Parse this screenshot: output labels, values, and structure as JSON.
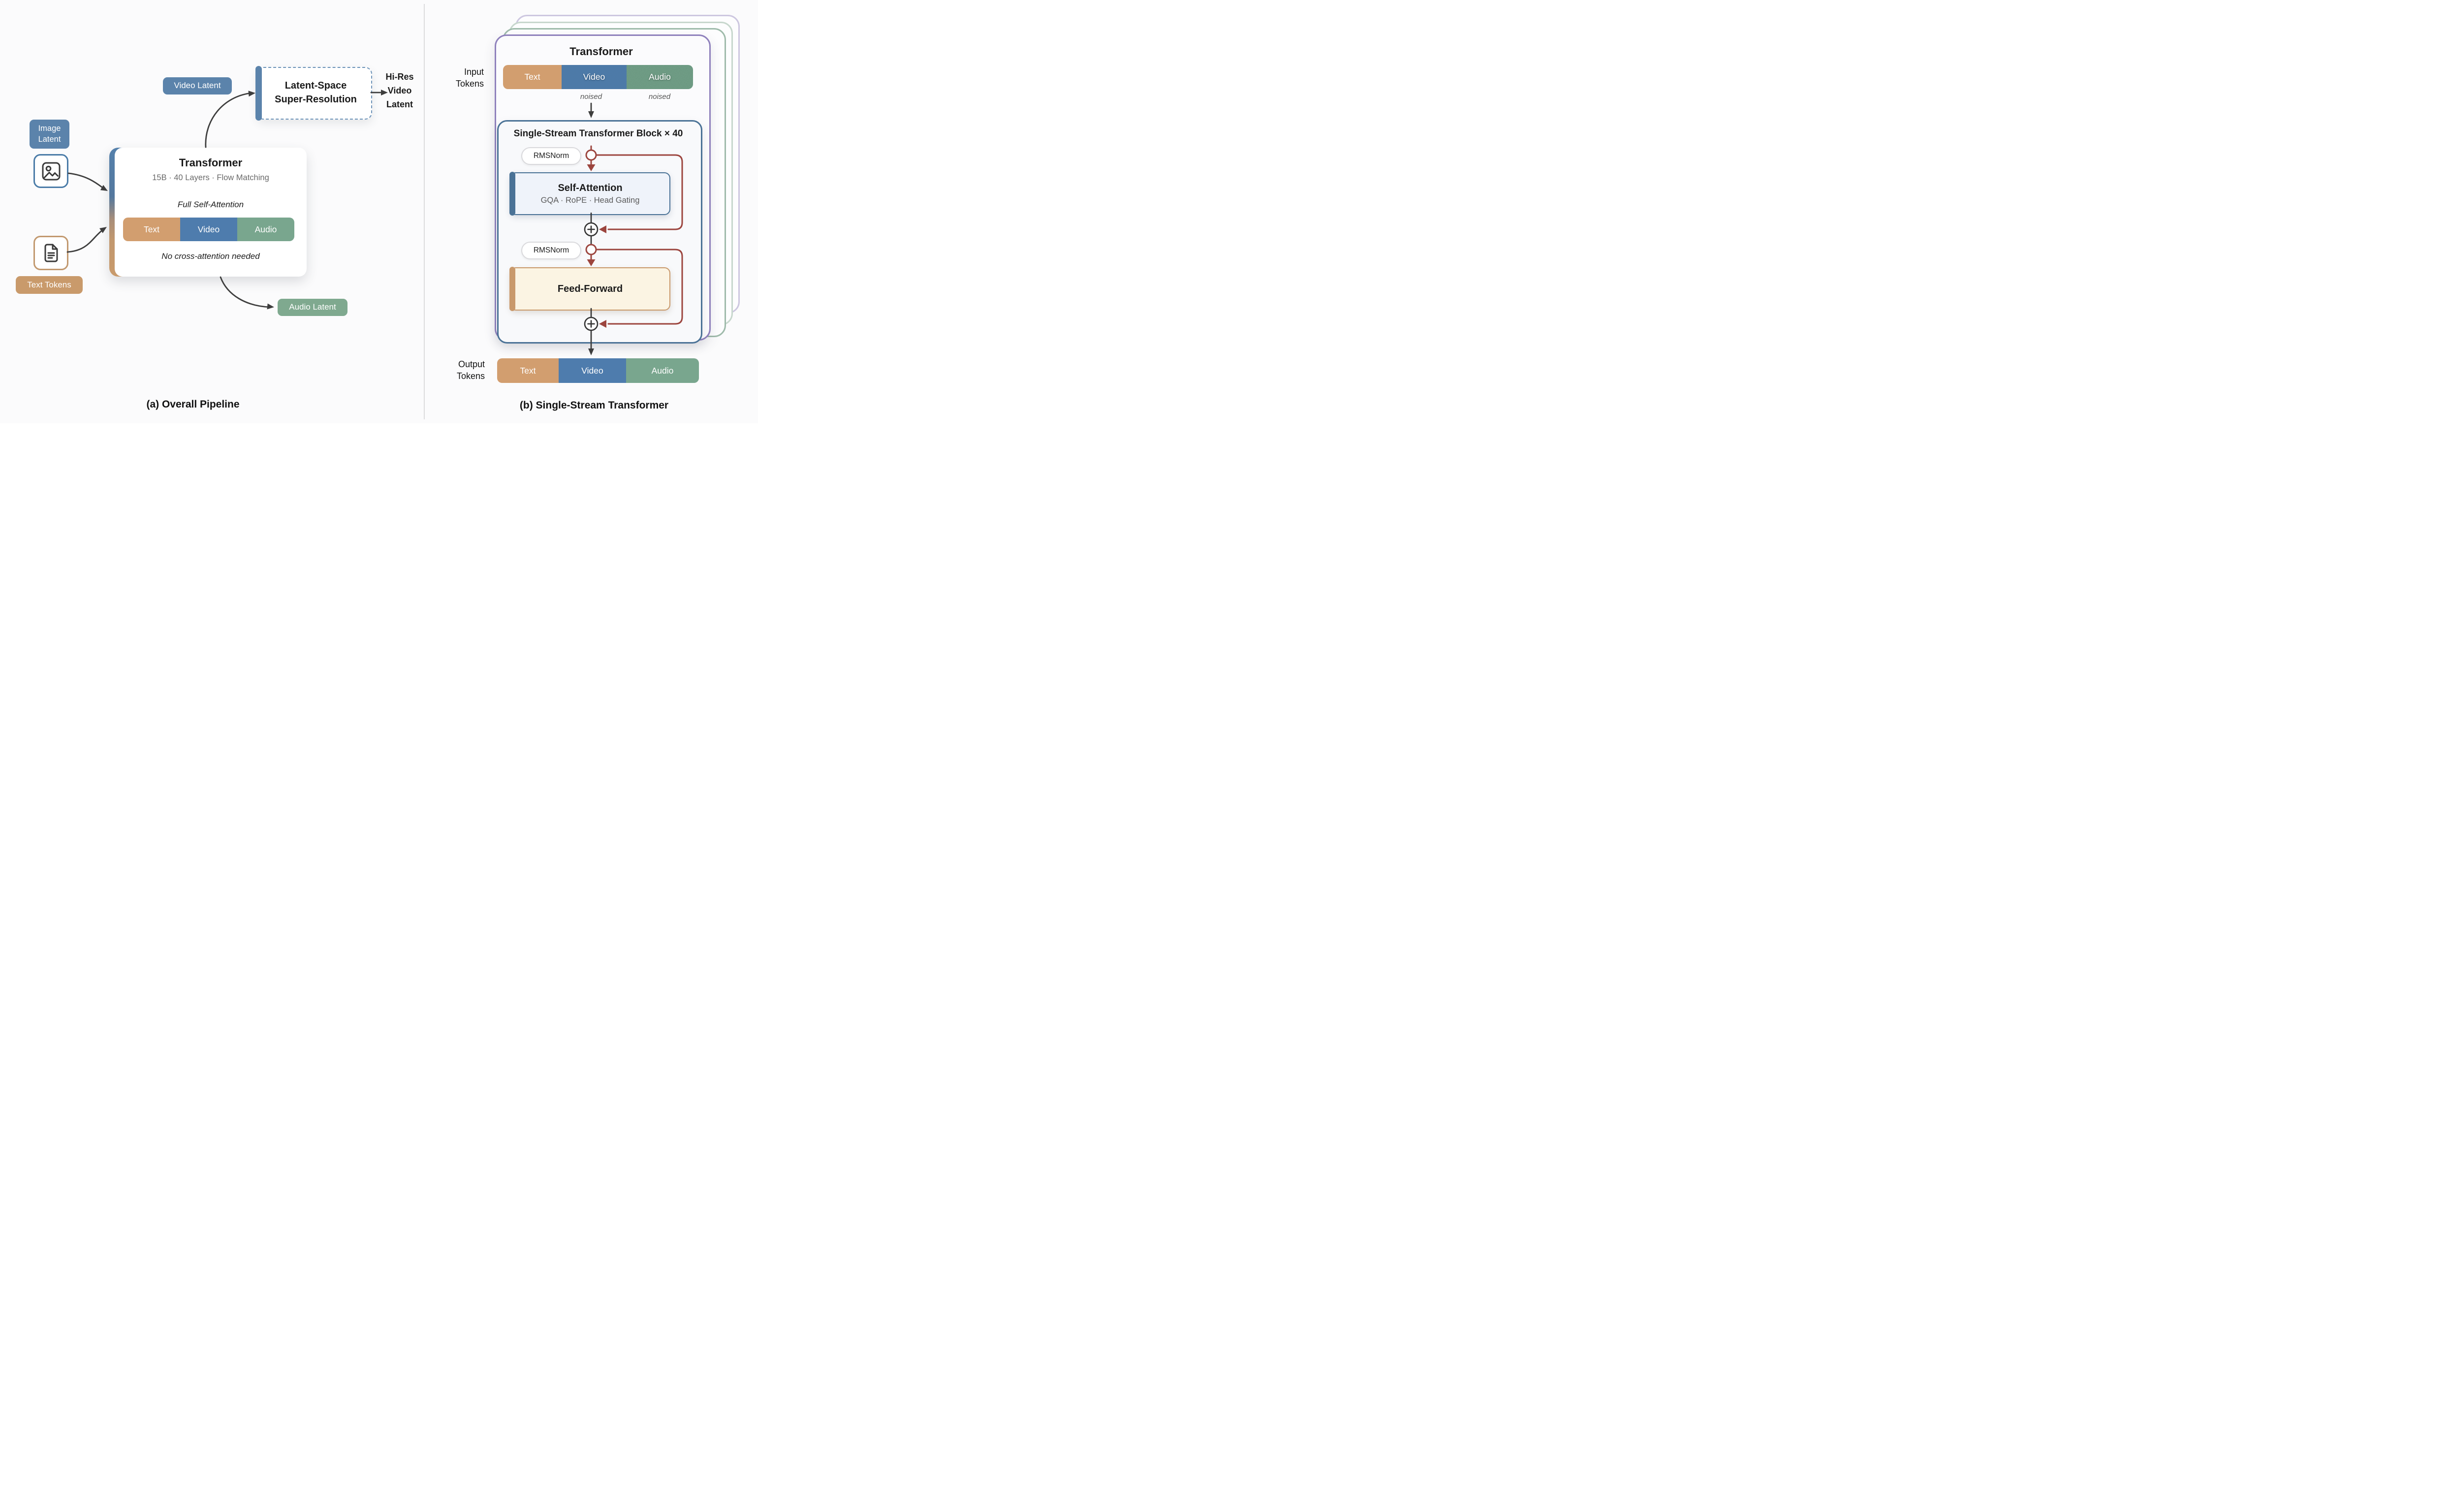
{
  "panel_a": {
    "caption": "(a) Overall Pipeline",
    "image_latent_label": "Image Latent",
    "image_latent_lines": [
      "Image",
      "Latent"
    ],
    "text_tokens_label": "Text Tokens",
    "video_latent_label": "Video Latent",
    "audio_latent_label": "Audio Latent",
    "sr_box_lines": [
      "Latent-Space",
      "Super-Resolution"
    ],
    "hires_lines": [
      "Hi-Res",
      "Video",
      "Latent"
    ],
    "card": {
      "title": "Transformer",
      "subtitle": "15B · 40 Layers · Flow Matching",
      "note_top": "Full Self-Attention",
      "note_bottom": "No cross-attention needed",
      "tokens": [
        "Text",
        "Video",
        "Audio"
      ]
    }
  },
  "panel_b": {
    "caption": "(b) Single-Stream Transformer",
    "card_title": "Transformer",
    "input_label_lines": [
      "Input",
      "Tokens"
    ],
    "output_label_lines": [
      "Output",
      "Tokens"
    ],
    "input_tokens": [
      "Text",
      "Video",
      "Audio"
    ],
    "output_tokens": [
      "Text",
      "Video",
      "Audio"
    ],
    "noised_video": "noised",
    "noised_audio": "noised",
    "block": {
      "title": "Single-Stream Transformer Block × 40",
      "rmsnorm_1": "RMSNorm",
      "rmsnorm_2": "RMSNorm",
      "attention_title": "Self-Attention",
      "attention_subtitle": "GQA · RoPE · Head Gating",
      "feedforward_title": "Feed-Forward"
    }
  },
  "colors": {
    "bg": "#FBFBFC",
    "ink": "#1A1A1A",
    "gray": "#6A6A6A",
    "divider": "#DCDCDE",
    "blue": "#5B83AB",
    "blueBorder": "#4B7CA8",
    "blueSeg": "#4E7CAD",
    "tan": "#C99A6B",
    "tanSeg": "#D29E6F",
    "tanBorder": "#C2996F",
    "green": "#7FA98F",
    "greenSeg": "#79A68E",
    "steel": "#4A7296",
    "srDash": "#6E94B9",
    "red": "#9C453E",
    "purple": "#8F81BC",
    "sage": "#9FBBAB",
    "paleSage": "#C7D7CD",
    "lavender": "#CDC7E0",
    "pillBorder": "#D9D9DC",
    "saFill": "#EFF3FA",
    "ffFill": "#FBF4E3",
    "ffBorder": "#C9996B",
    "blockFill": "#F8F9FB",
    "arrowDark": "#3D3D3D"
  }
}
